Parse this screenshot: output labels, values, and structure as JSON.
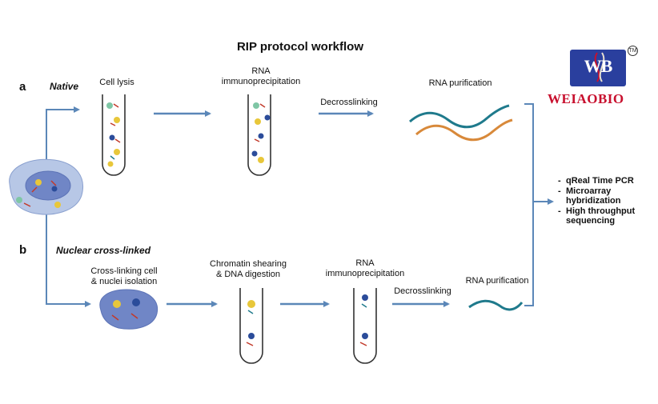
{
  "title": "RIP protocol workflow",
  "panel_a": {
    "letter": "a",
    "name": "Native",
    "step1": "Cell lysis",
    "step2_line1": "RNA",
    "step2_line2": "immunoprecipitation",
    "step3": "Decrosslinking",
    "step4": "RNA purification"
  },
  "panel_b": {
    "letter": "b",
    "name": "Nuclear cross-linked",
    "step1_line1": "Cross-linking cell",
    "step1_line2": "& nuclei isolation",
    "step2_line1": "Chromatin shearing",
    "step2_line2": "& DNA digestion",
    "step3_line1": "RNA",
    "step3_line2": "immunoprecipitation",
    "step4": "Decrosslinking",
    "step5": "RNA purification"
  },
  "outputs": {
    "dash": "-",
    "items": [
      {
        "text": "qReal Time PCR"
      },
      {
        "text": "Microarray hybridization"
      },
      {
        "text": "High throughput sequencing"
      }
    ]
  },
  "logo": {
    "monogram": "WB",
    "brand": "WEIAOBIO",
    "trademark": "TM"
  },
  "colors": {
    "arrow": "#5b87b8",
    "cell_body": "#a9bde0",
    "nucleus": "#6f86c9",
    "rna_teal": "#1f7a8c",
    "rna_orange": "#d8893a",
    "logo_blue": "#2a3f9e",
    "logo_red": "#c8102e",
    "tube_outline": "#333333"
  }
}
